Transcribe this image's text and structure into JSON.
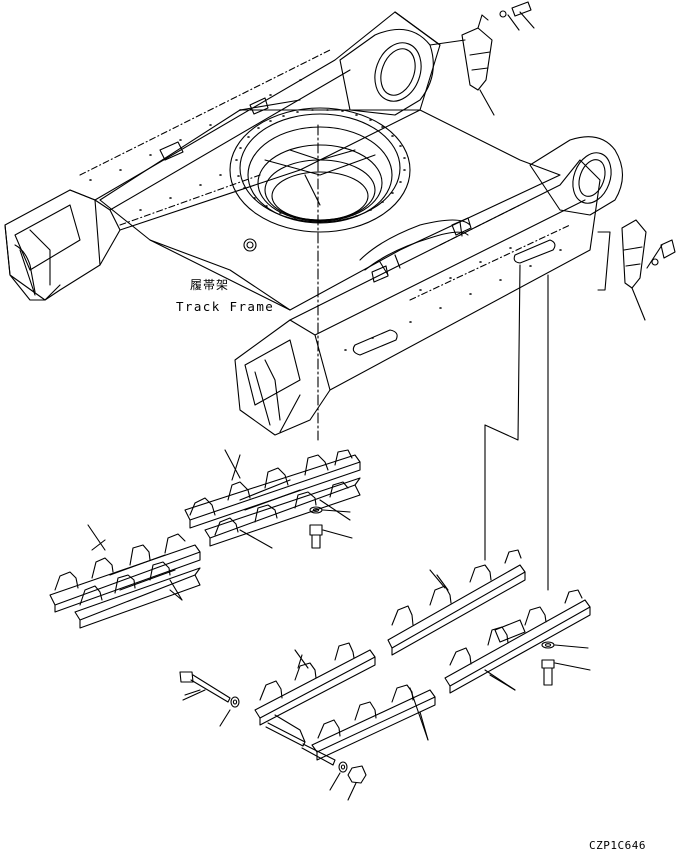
{
  "labels": {
    "track_frame_cn": "履帯架",
    "track_frame_en": "Track Frame",
    "drawing_code": "CZP1C646"
  },
  "style": {
    "line_color": "#000000",
    "background": "#ffffff"
  }
}
